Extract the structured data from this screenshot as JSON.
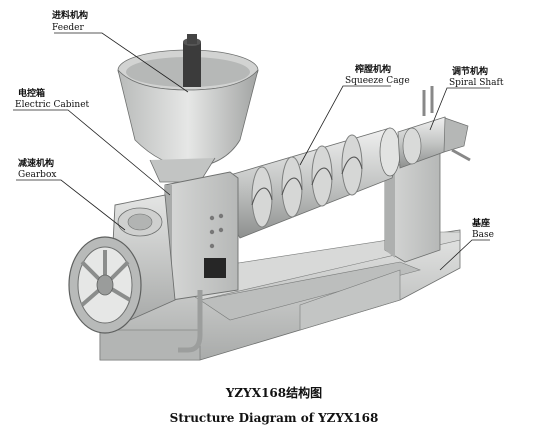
{
  "labels": {
    "feeder_cn": "进料机构",
    "feeder_en": "Feeder",
    "cabinet_cn": "电控箱",
    "cabinet_en": "Electric Cabinet",
    "gearbox_cn": "减速机构",
    "gearbox_en": "Gearbox",
    "cage_cn": "榨膛机构",
    "cage_en": "Squeeze Cage",
    "shaft_cn": "调节机构",
    "shaft_en": "Spiral Shaft",
    "base_cn": "基座",
    "base_en": "Base"
  },
  "caption": {
    "line1": "YZYX168结构图",
    "line2": "Structure Diagram of  YZYX168"
  },
  "colors": {
    "body": "#c9cbca",
    "body_dark": "#9a9c9b",
    "body_light": "#e3e4e3",
    "motor_dark": "#3b3b3b"
  }
}
